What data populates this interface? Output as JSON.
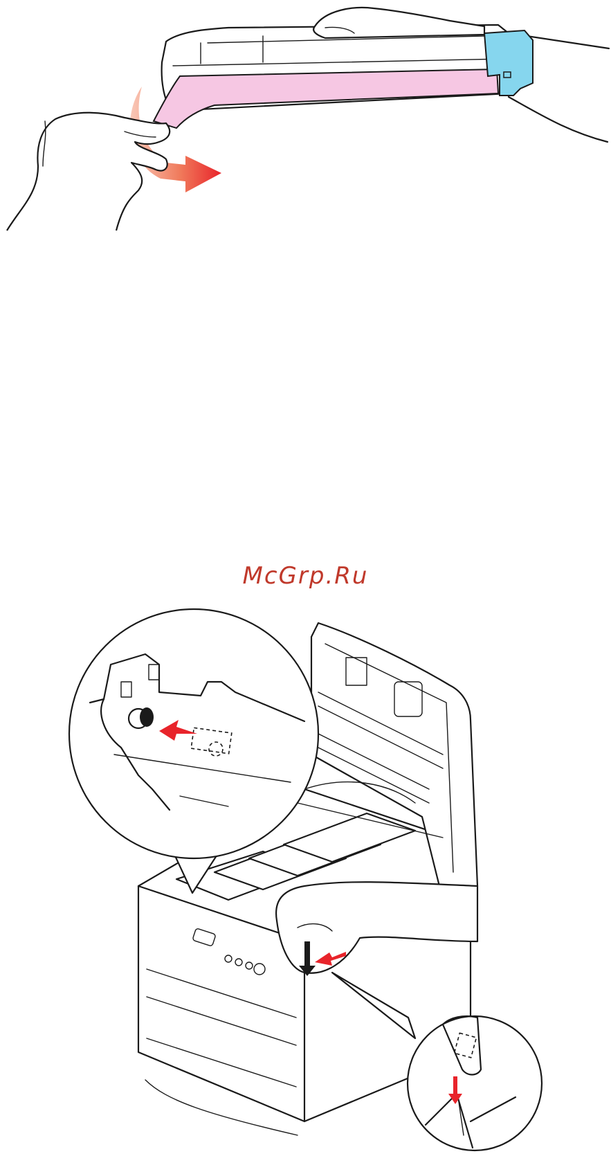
{
  "watermark": {
    "text": "McGrp.Ru"
  },
  "colors": {
    "accent_red": "#e8242b",
    "tape_pink": "#f6c7e3",
    "lock_cyan": "#86d6ee",
    "line": "#1a1a1a",
    "background": "#ffffff",
    "watermark": "#c0392b"
  },
  "illustrations": {
    "top": "toner-cartridge-tape-removal-illustration",
    "bottom": "printer-open-cartridge-install-illustration"
  }
}
